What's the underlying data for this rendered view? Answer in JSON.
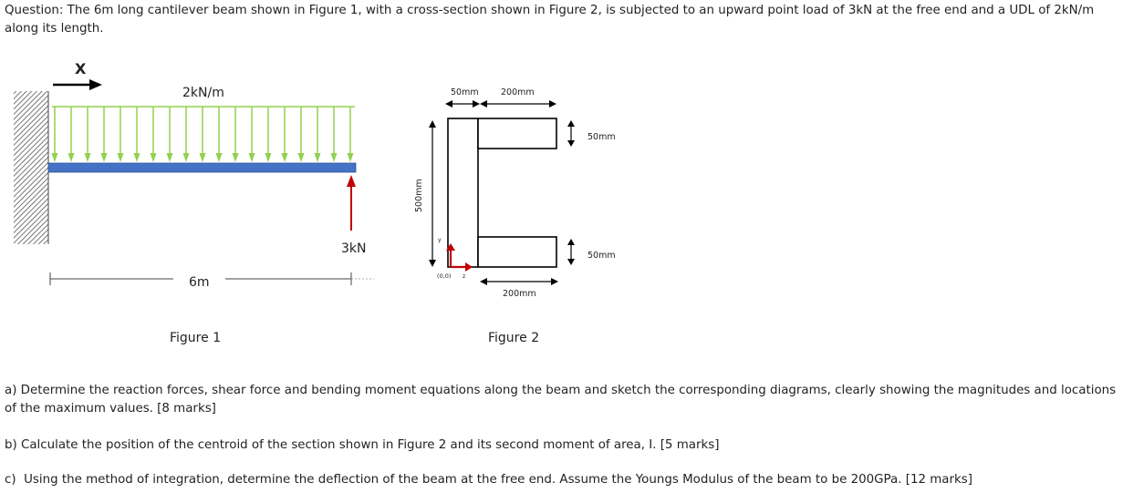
{
  "question": "Question: The 6m long cantilever beam shown in Figure 1, with a cross-section shown in Figure 2, is subjected to an upward point load of 3kN at the free end and a UDL of 2kN/m along its length.",
  "figure1": {
    "caption": "Figure 1",
    "axis_label": "X",
    "udl_label": "2kN/m",
    "point_load_label": "3kN",
    "length_label": "6m",
    "colors": {
      "udl_arrows": "#92d050",
      "beam": "#4472c4",
      "point_load": "#c00000"
    }
  },
  "figure2": {
    "caption": "Figure 2",
    "dim_top_left": "50mm",
    "dim_top_right": "200mm",
    "dim_right_upper": "50mm",
    "dim_right_lower": "50mm",
    "dim_height": "500mm",
    "dim_bottom": "200mm",
    "origin_label": "(0,0)",
    "y_label": "y",
    "z_label": "z",
    "colors": {
      "origin_axes": "#c00000"
    }
  },
  "parts": {
    "a": "a) Determine the reaction forces, shear force and bending moment equations along the beam and sketch the corresponding diagrams, clearly showing the magnitudes and locations of the maximum values. [8 marks]",
    "b": "b) Calculate the position of the centroid of the section shown in Figure 2 and its second moment of area, I. [5 marks]",
    "c": "c)  Using the method of integration, determine the deflection of the beam at the free end. Assume the Youngs Modulus of the beam to be 200GPa. [12 marks]"
  }
}
